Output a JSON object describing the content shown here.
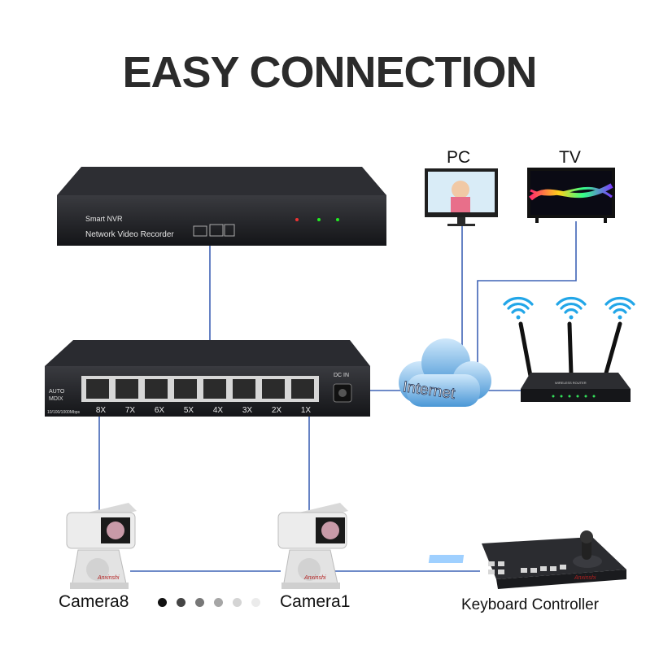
{
  "title": "EASY CONNECTION",
  "nvr": {
    "brand": "Smart NVR",
    "name": "Network Video Recorder"
  },
  "switch": {
    "auto_label": "AUTO",
    "mdix_label": "MDIX",
    "speed_label": "10/100/1000Mbps",
    "dc_label": "DC IN",
    "ports": [
      "8X",
      "7X",
      "6X",
      "5X",
      "4X",
      "3X",
      "2X",
      "1X"
    ]
  },
  "cloud": {
    "label": "Internet"
  },
  "pc": {
    "label": "PC"
  },
  "tv": {
    "label": "TV"
  },
  "router": {
    "label": "WIRELESS ROUTER"
  },
  "cameras": [
    {
      "label": "Camera8",
      "brand": "Anxinshi"
    },
    {
      "label": "Camera1",
      "brand": "Anxinshi"
    }
  ],
  "keyboard": {
    "label": "Keyboard Controller",
    "brand": "Anxinshi"
  },
  "pagination": {
    "count": 6,
    "active": 0
  },
  "colors": {
    "line": "#3f63b5",
    "device": "#1c1d20",
    "wifi": "#22a6e8"
  }
}
